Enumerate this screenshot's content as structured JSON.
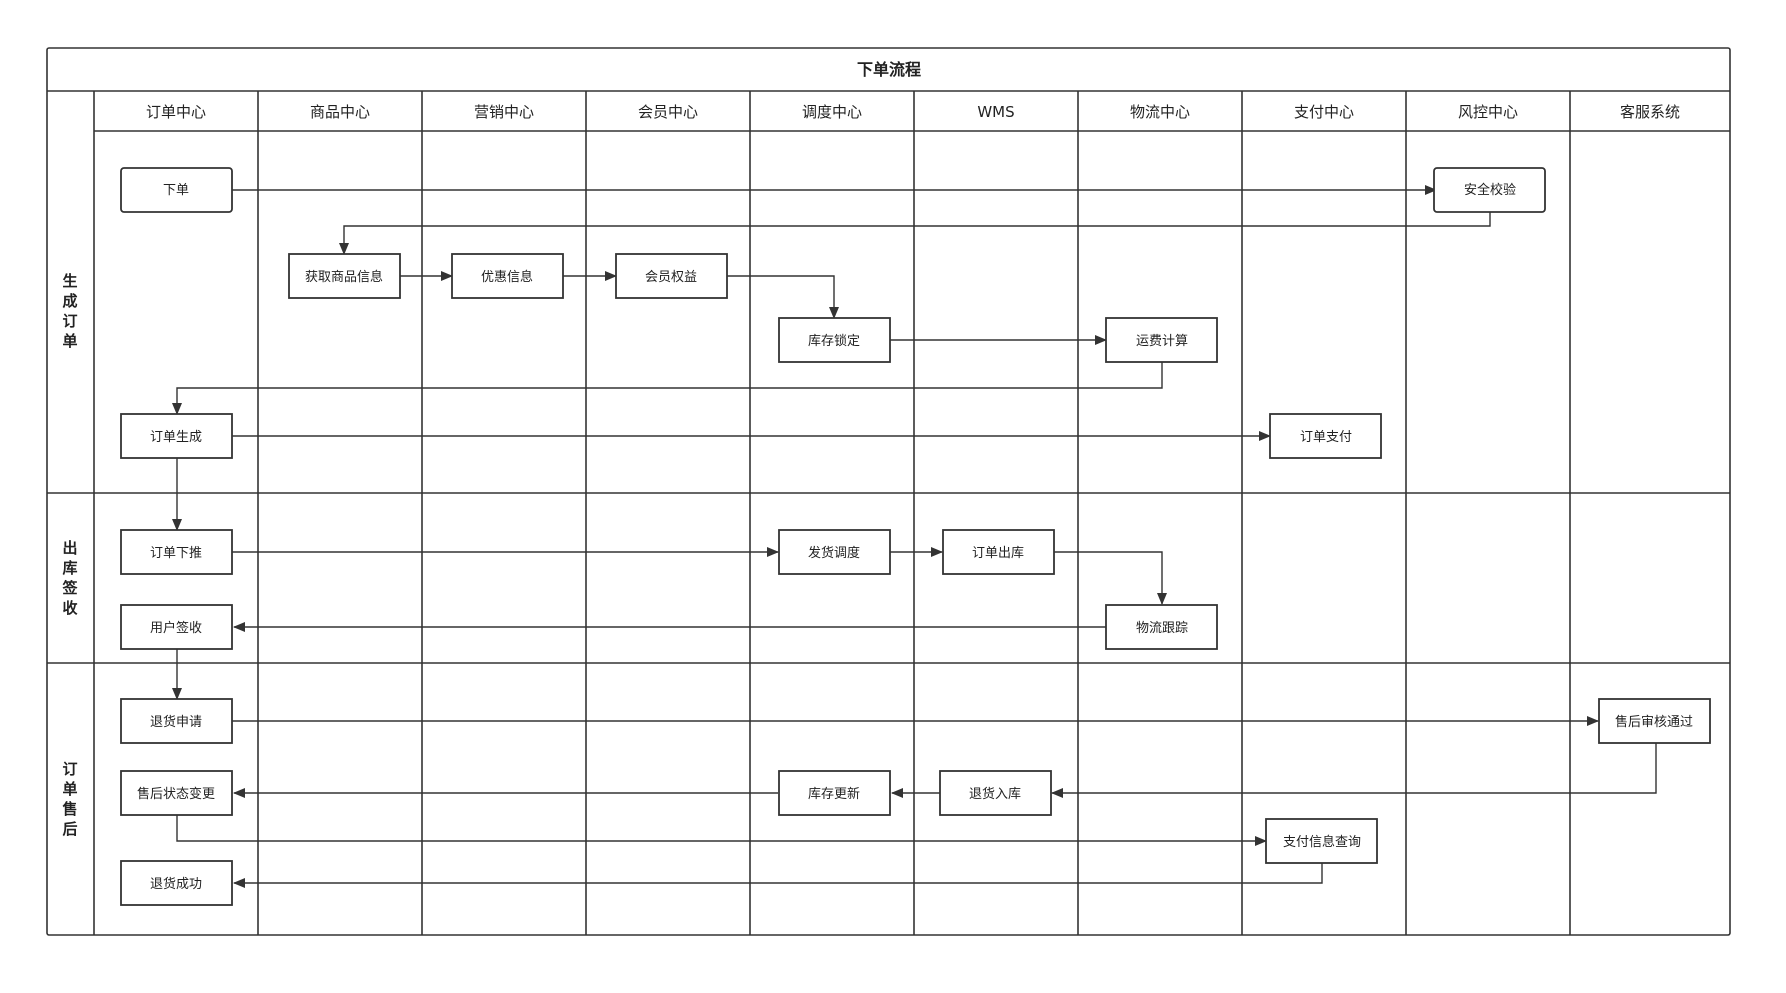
{
  "title": "下单流程",
  "columns": [
    "订单中心",
    "商品中心",
    "营销中心",
    "会员中心",
    "调度中心",
    "WMS",
    "物流中心",
    "支付中心",
    "风控中心",
    "客服系统"
  ],
  "rows": [
    {
      "id": "create",
      "label": "生成订单"
    },
    {
      "id": "ship",
      "label": "出库签收"
    },
    {
      "id": "aftersale",
      "label": "订单售后"
    }
  ],
  "nodes": [
    {
      "id": "n-place-order",
      "label": "下单",
      "row": "create",
      "col": 0
    },
    {
      "id": "n-security-check",
      "label": "安全校验",
      "row": "create",
      "col": 8
    },
    {
      "id": "n-product-info",
      "label": "获取商品信息",
      "row": "create",
      "col": 1
    },
    {
      "id": "n-promo-info",
      "label": "优惠信息",
      "row": "create",
      "col": 2
    },
    {
      "id": "n-member-rights",
      "label": "会员权益",
      "row": "create",
      "col": 3
    },
    {
      "id": "n-stock-lock",
      "label": "库存锁定",
      "row": "create",
      "col": 4
    },
    {
      "id": "n-freight-calc",
      "label": "运费计算",
      "row": "create",
      "col": 6
    },
    {
      "id": "n-order-created",
      "label": "订单生成",
      "row": "create",
      "col": 0
    },
    {
      "id": "n-order-pay",
      "label": "订单支付",
      "row": "create",
      "col": 7
    },
    {
      "id": "n-order-push",
      "label": "订单下推",
      "row": "ship",
      "col": 0
    },
    {
      "id": "n-ship-dispatch",
      "label": "发货调度",
      "row": "ship",
      "col": 4
    },
    {
      "id": "n-order-outbound",
      "label": "订单出库",
      "row": "ship",
      "col": 5
    },
    {
      "id": "n-logistics-track",
      "label": "物流跟踪",
      "row": "ship",
      "col": 6
    },
    {
      "id": "n-user-sign",
      "label": "用户签收",
      "row": "ship",
      "col": 0
    },
    {
      "id": "n-return-apply",
      "label": "退货申请",
      "row": "aftersale",
      "col": 0
    },
    {
      "id": "n-aftersale-approved",
      "label": "售后审核通过",
      "row": "aftersale",
      "col": 9
    },
    {
      "id": "n-return-inbound",
      "label": "退货入库",
      "row": "aftersale",
      "col": 5
    },
    {
      "id": "n-stock-update",
      "label": "库存更新",
      "row": "aftersale",
      "col": 4
    },
    {
      "id": "n-aftersale-status",
      "label": "售后状态变更",
      "row": "aftersale",
      "col": 0
    },
    {
      "id": "n-pay-query",
      "label": "支付信息查询",
      "row": "aftersale",
      "col": 7
    },
    {
      "id": "n-return-success",
      "label": "退货成功",
      "row": "aftersale",
      "col": 0
    }
  ],
  "edges": [
    {
      "from": "n-place-order",
      "to": "n-security-check"
    },
    {
      "from": "n-security-check",
      "to": "n-product-info"
    },
    {
      "from": "n-product-info",
      "to": "n-promo-info"
    },
    {
      "from": "n-promo-info",
      "to": "n-member-rights"
    },
    {
      "from": "n-member-rights",
      "to": "n-stock-lock"
    },
    {
      "from": "n-stock-lock",
      "to": "n-freight-calc"
    },
    {
      "from": "n-freight-calc",
      "to": "n-order-created"
    },
    {
      "from": "n-order-created",
      "to": "n-order-pay"
    },
    {
      "from": "n-order-created",
      "to": "n-order-push"
    },
    {
      "from": "n-order-push",
      "to": "n-ship-dispatch"
    },
    {
      "from": "n-ship-dispatch",
      "to": "n-order-outbound"
    },
    {
      "from": "n-order-outbound",
      "to": "n-logistics-track"
    },
    {
      "from": "n-logistics-track",
      "to": "n-user-sign"
    },
    {
      "from": "n-user-sign",
      "to": "n-return-apply"
    },
    {
      "from": "n-return-apply",
      "to": "n-aftersale-approved"
    },
    {
      "from": "n-aftersale-approved",
      "to": "n-return-inbound"
    },
    {
      "from": "n-return-inbound",
      "to": "n-stock-update"
    },
    {
      "from": "n-stock-update",
      "to": "n-aftersale-status"
    },
    {
      "from": "n-aftersale-status",
      "to": "n-pay-query"
    },
    {
      "from": "n-pay-query",
      "to": "n-return-success"
    }
  ]
}
